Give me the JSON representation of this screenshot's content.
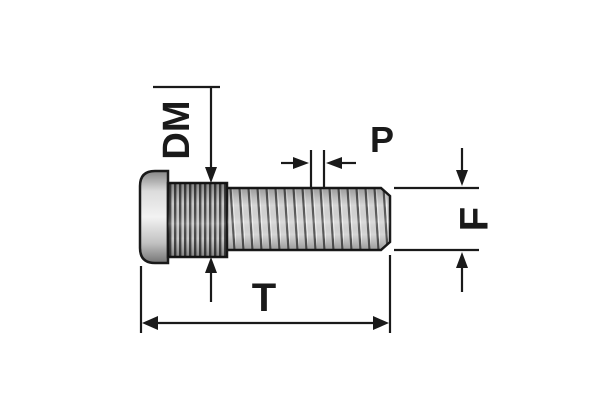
{
  "diagram": {
    "title_hidden": "",
    "labels": {
      "dm": "DM",
      "p": "P",
      "f": "F",
      "t": "T"
    },
    "colors": {
      "line": "#1a1a1a",
      "background": "#ffffff",
      "metal_light": "#f2f2f2",
      "metal_mid": "#cccccc",
      "metal_dark": "#777777",
      "knurl_stripe": "#4a4a4a",
      "thread_stripe": "#5a5a5a"
    }
  }
}
